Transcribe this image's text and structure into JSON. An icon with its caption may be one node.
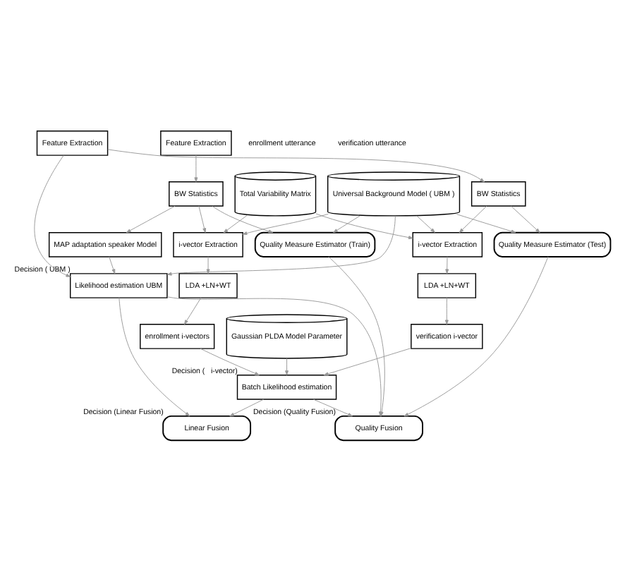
{
  "diagram": {
    "nodes": [
      {
        "text": [
          "Universal Background Model ( UBM )"
        ]
      },
      {
        "text": [
          "Total Variability Matrix"
        ]
      },
      {
        "text": [
          "Gaussian PLDA Model Parameter"
        ]
      },
      {
        "text": [
          "BW Statistics"
        ]
      },
      {
        "text": [
          "Feature Extraction"
        ]
      },
      {
        "text": [
          "Quality Measure Estimator (Train)"
        ]
      },
      {
        "text": [
          "i-vector Extraction"
        ]
      },
      {
        "text": [
          "LDA +LN+WT"
        ]
      },
      {
        "text": [
          "MAP adaptation speaker Model"
        ]
      },
      {
        "text": [
          "enrollment i-vectors"
        ]
      },
      {
        "text": [
          "BW Statistics"
        ]
      },
      {
        "text": [
          "Quality Measure Estimator (Test)"
        ]
      },
      {
        "text": [
          "Feature Extraction"
        ]
      },
      {
        "text": [
          "i-vector Extraction"
        ]
      },
      {
        "text": [
          "LDA +LN+WT"
        ]
      },
      {
        "text": [
          "Likelihood estimation UBM"
        ],
        "beside": [
          "Decision ( UBM )"
        ]
      },
      {
        "text": [
          "verification i-vector"
        ]
      },
      {
        "text": [
          "Batch Likelihood estimation"
        ],
        "beside": [
          "Decision (   i-vector)"
        ]
      },
      {
        "text": [
          "Quality Fusion"
        ],
        "beside": [
          "Decision (Quality Fusion)"
        ]
      },
      {
        "text": [
          "Linear Fusion"
        ],
        "beside": [
          "Decision (Linear Fusion)"
        ]
      }
    ],
    "edges": [
      {
        "from": 4,
        "to": 3,
        "arrow": "to"
      },
      {
        "from": 3,
        "to": 6,
        "arrow": "to"
      },
      {
        "from": 0,
        "to": 6,
        "arrow": "to"
      },
      {
        "from": 1,
        "to": 6,
        "arrow": "to"
      },
      {
        "from": 0,
        "to": 5,
        "arrow": "to"
      },
      {
        "from": 3,
        "to": 5,
        "arrow": "to"
      },
      {
        "from": 3,
        "to": 8,
        "arrow": "to"
      },
      {
        "from": 6,
        "to": 7,
        "arrow": "to"
      },
      {
        "from": 7,
        "to": 9,
        "arrow": "to"
      },
      {
        "from": 9,
        "to": 17,
        "arrow": "to"
      },
      {
        "from": 2,
        "to": 17,
        "arrow": "to"
      },
      {
        "from": 12,
        "to": 10,
        "arrow": "to"
      },
      {
        "from": 10,
        "to": 13,
        "arrow": "to"
      },
      {
        "from": 0,
        "to": 13,
        "arrow": "to"
      },
      {
        "from": 1,
        "to": 13,
        "arrow": "to"
      },
      {
        "from": 10,
        "to": 11,
        "arrow": "to"
      },
      {
        "from": 0,
        "to": 11,
        "arrow": "to"
      },
      {
        "from": 13,
        "to": 14,
        "arrow": "to"
      },
      {
        "from": 14,
        "to": 16,
        "arrow": "to"
      },
      {
        "from": 16,
        "to": 17,
        "arrow": "to"
      },
      {
        "from": 0,
        "to": 15,
        "arrow": "to"
      },
      {
        "from": 8,
        "to": 15,
        "arrow": "to"
      },
      {
        "from": 12,
        "to": 15,
        "arrow": "to"
      },
      {
        "from": 5,
        "to": 18,
        "arrow": "to"
      },
      {
        "from": 11,
        "to": 18,
        "arrow": "to"
      },
      {
        "from": 15,
        "to": 18,
        "arrow": "to"
      },
      {
        "from": 17,
        "to": 18,
        "arrow": "to"
      },
      {
        "from": 15,
        "to": 19,
        "arrow": "to"
      },
      {
        "from": 17,
        "to": 19,
        "arrow": "to"
      }
    ],
    "labels": [
      "enrollment utterance",
      "verification utterance"
    ]
  }
}
